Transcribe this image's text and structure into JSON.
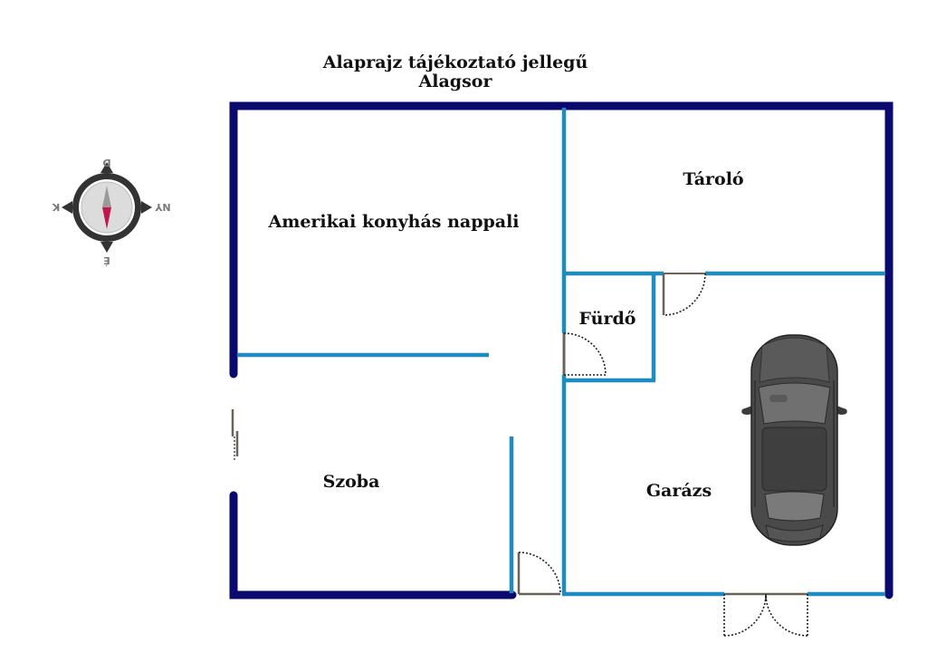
{
  "header": {
    "title": "Alaprajz tájékoztató jellegű",
    "subtitle": "Alagsor"
  },
  "rooms": {
    "living": "Amerikai konyhás nappali",
    "storage": "Tároló",
    "bathroom": "Fürdő",
    "bedroom": "Szoba",
    "garage": "Garázs"
  },
  "compass": {
    "north": "É",
    "south": "D",
    "east": "K",
    "west": "NY"
  },
  "colors": {
    "outer_wall": "#0a0a6e",
    "inner_wall": "#1f8bbf",
    "door_frame": "#6b6258",
    "car_body": "#4a4a4a",
    "compass_needle": "#c0184a"
  }
}
